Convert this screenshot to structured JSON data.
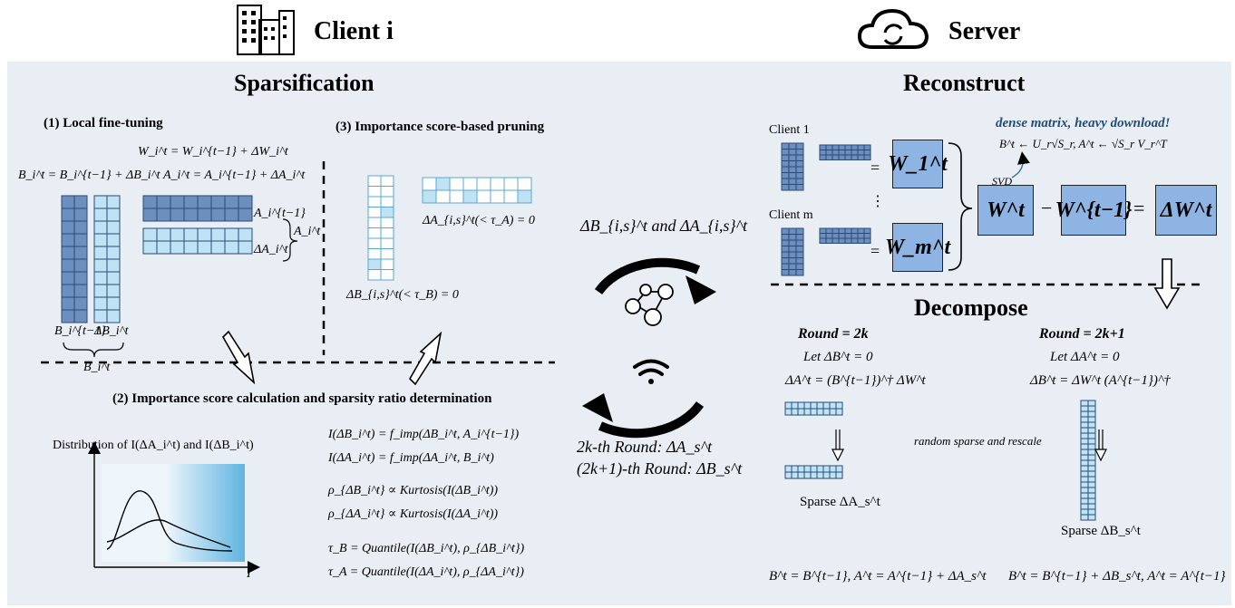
{
  "header": {
    "client_title": "Client i",
    "server_title": "Server"
  },
  "client": {
    "section_title": "Sparsification",
    "step1": {
      "title": "(1) Local fine-tuning",
      "eq_w": "W_i^t = W_i^{t−1} + ΔW_i^t",
      "eq_b": "B_i^t = B_i^{t−1} + ΔB_i^t",
      "eq_a": "A_i^t = A_i^{t−1} + ΔA_i^t",
      "label_a_prev": "A_i^{t−1}",
      "label_delta_a": "ΔA_i^t",
      "label_a": "A_i^t",
      "label_b_prev": "B_i^{t−1}",
      "label_delta_b": "ΔB_i^t",
      "label_b": "B_i^t"
    },
    "step3": {
      "title": "(3) Importance score-based pruning",
      "eq_a": "ΔA_{i,s}^t(< τ_A) = 0",
      "eq_b": "ΔB_{i,s}^t(< τ_B) = 0"
    },
    "step2": {
      "title": "(2) Importance score calculation and sparsity ratio determination",
      "dist_label": "Distribution of I(ΔA_i^t) and I(ΔB_i^t)",
      "axis_label": "I",
      "eq1": "I(ΔB_i^t) = f_imp(ΔB_i^t, A_i^{t−1})",
      "eq2": "I(ΔA_i^t) = f_imp(ΔA_i^t, B_i^t)",
      "eq3": "ρ_{ΔB_i^t} ∝ Kurtosis(I(ΔB_i^t))",
      "eq4": "ρ_{ΔA_i^t} ∝ Kurtosis(I(ΔA_i^t))",
      "eq5": "τ_B = Quantile(I(ΔB_i^t), ρ_{ΔB_i^t})",
      "eq6": "τ_A = Quantile(I(ΔA_i^t), ρ_{ΔA_i^t})"
    }
  },
  "middle": {
    "upload_label": "ΔB_{i,s}^t and ΔA_{i,s}^t",
    "round_even": "2k-th Round: ΔA_s^t",
    "round_odd": "(2k+1)-th Round: ΔB_s^t"
  },
  "server": {
    "reconstruct_title": "Reconstruct",
    "note": "dense matrix, heavy download!",
    "svd_eq": "B^t ← U_r√S_r, A^t ← √S_r V_r^T",
    "svd_label": "SVD",
    "client_1": "Client 1",
    "client_m": "Client m",
    "vdots": "⋮",
    "w1": "W_1^t",
    "wm": "W_m^t",
    "wt": "W^t",
    "wprev": "W^{t−1}",
    "dw": "ΔW^t",
    "decompose_title": "Decompose",
    "round_a_title": "Round = 2k",
    "round_b_title": "Round = 2k+1",
    "let_a": "Let ΔB^t = 0",
    "let_b": "Let ΔA^t = 0",
    "eq_a": "ΔA^t = (B^{t−1})^† ΔW^t",
    "eq_b": "ΔB^t = ΔW^t (A^{t−1})^†",
    "rand_label": "random sparse and rescale",
    "sparse_a": "Sparse ΔA_s^t",
    "sparse_b": "Sparse ΔB_s^t",
    "final_a": "B^t = B^{t−1}, A^t = A^{t−1} + ΔA_s^t",
    "final_b": "B^t = B^{t−1} + ΔB_s^t, A^t = A^{t−1}"
  },
  "colors": {
    "panel_bg": "#e9eef4",
    "dark_blue": "#6d8fbf",
    "light_blue": "#bfe3f5",
    "box_blue": "#8db4e2",
    "note_blue": "#1f4e79"
  }
}
